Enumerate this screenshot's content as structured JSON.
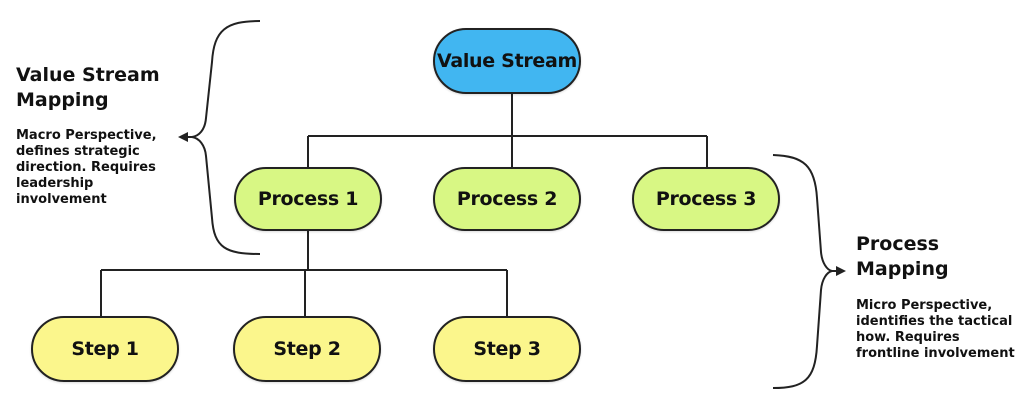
{
  "diagram": {
    "root": {
      "label": "Value Stream"
    },
    "processes": [
      {
        "label": "Process 1"
      },
      {
        "label": "Process 2"
      },
      {
        "label": "Process 3"
      }
    ],
    "steps": [
      {
        "label": "Step 1"
      },
      {
        "label": "Step 2"
      },
      {
        "label": "Step 3"
      }
    ]
  },
  "annotations": {
    "left": {
      "title": "Value Stream Mapping",
      "description": "Macro Perspective, defines strategic direction. Requires leadership involvement"
    },
    "right": {
      "title": "Process Mapping",
      "description": "Micro Perspective, identifies the tactical how. Requires frontline involvement"
    }
  },
  "colors": {
    "value_stream": "#41b6f1",
    "process": "#d8f784",
    "step": "#fbf68c",
    "line": "#222222"
  }
}
